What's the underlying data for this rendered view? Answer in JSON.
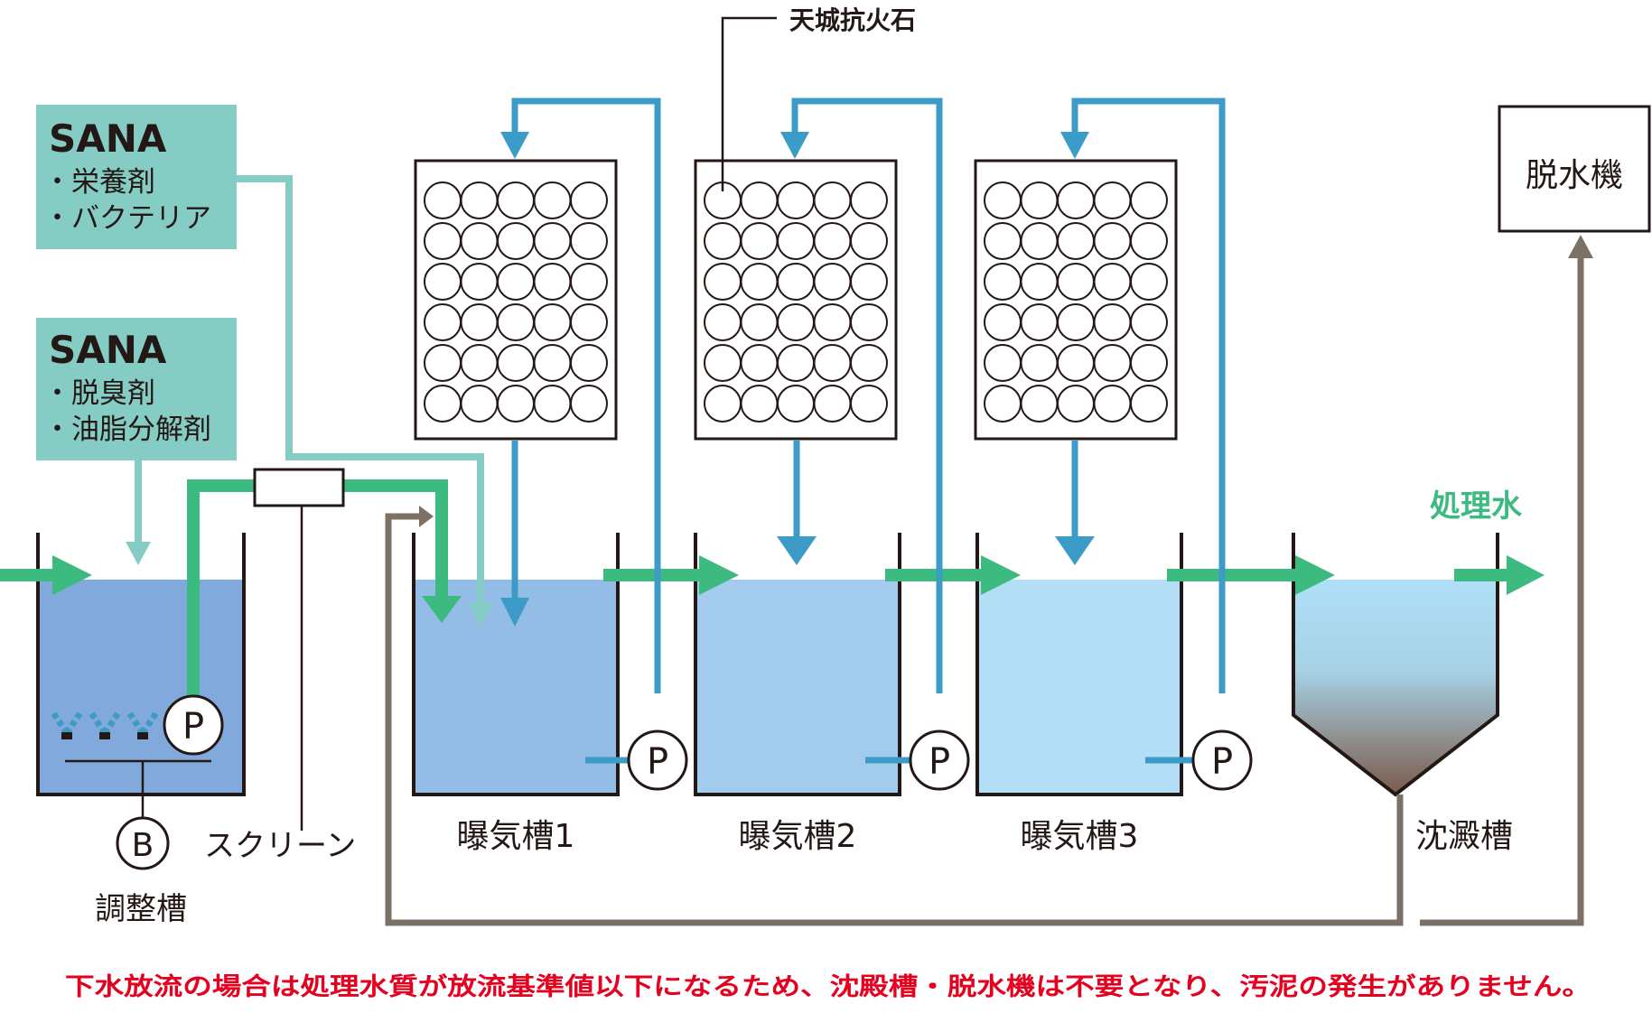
{
  "sana_box_1": {
    "title": "SANA",
    "items": [
      "・栄養剤",
      "・バクテリア"
    ]
  },
  "sana_box_2": {
    "title": "SANA",
    "items": [
      "・脱臭剤",
      "・油脂分解剤"
    ]
  },
  "stone_label": "天城抗火石",
  "dehydrator_label": "脱水機",
  "treated_water_label": "処理水",
  "screen_label": "スクリーン",
  "tanks": {
    "adjust": "調整槽",
    "aeration1": "曝気槽1",
    "aeration2": "曝気槽2",
    "aeration3": "曝気槽3",
    "sedimentation": "沈澱槽"
  },
  "pump_symbol": "P",
  "blower_symbol": "B",
  "footnote": "下水放流の場合は処理水質が放流基準値以下になるため、沈殿槽・脱水機は不要となり、汚泥の発生がありません。",
  "colors": {
    "flow_green": "#3dba7f",
    "air_blue": "#3d9bc8",
    "sana_teal": "#85cdc4",
    "sludge_brown": "#7d7065",
    "footnote_red": "#e5001f",
    "tank_adjust": "#82a9dc",
    "tank_a1": "#93bde6",
    "tank_a2": "#a2cbee",
    "tank_a3": "#b3def6",
    "tank_sed": "#afdff7"
  }
}
